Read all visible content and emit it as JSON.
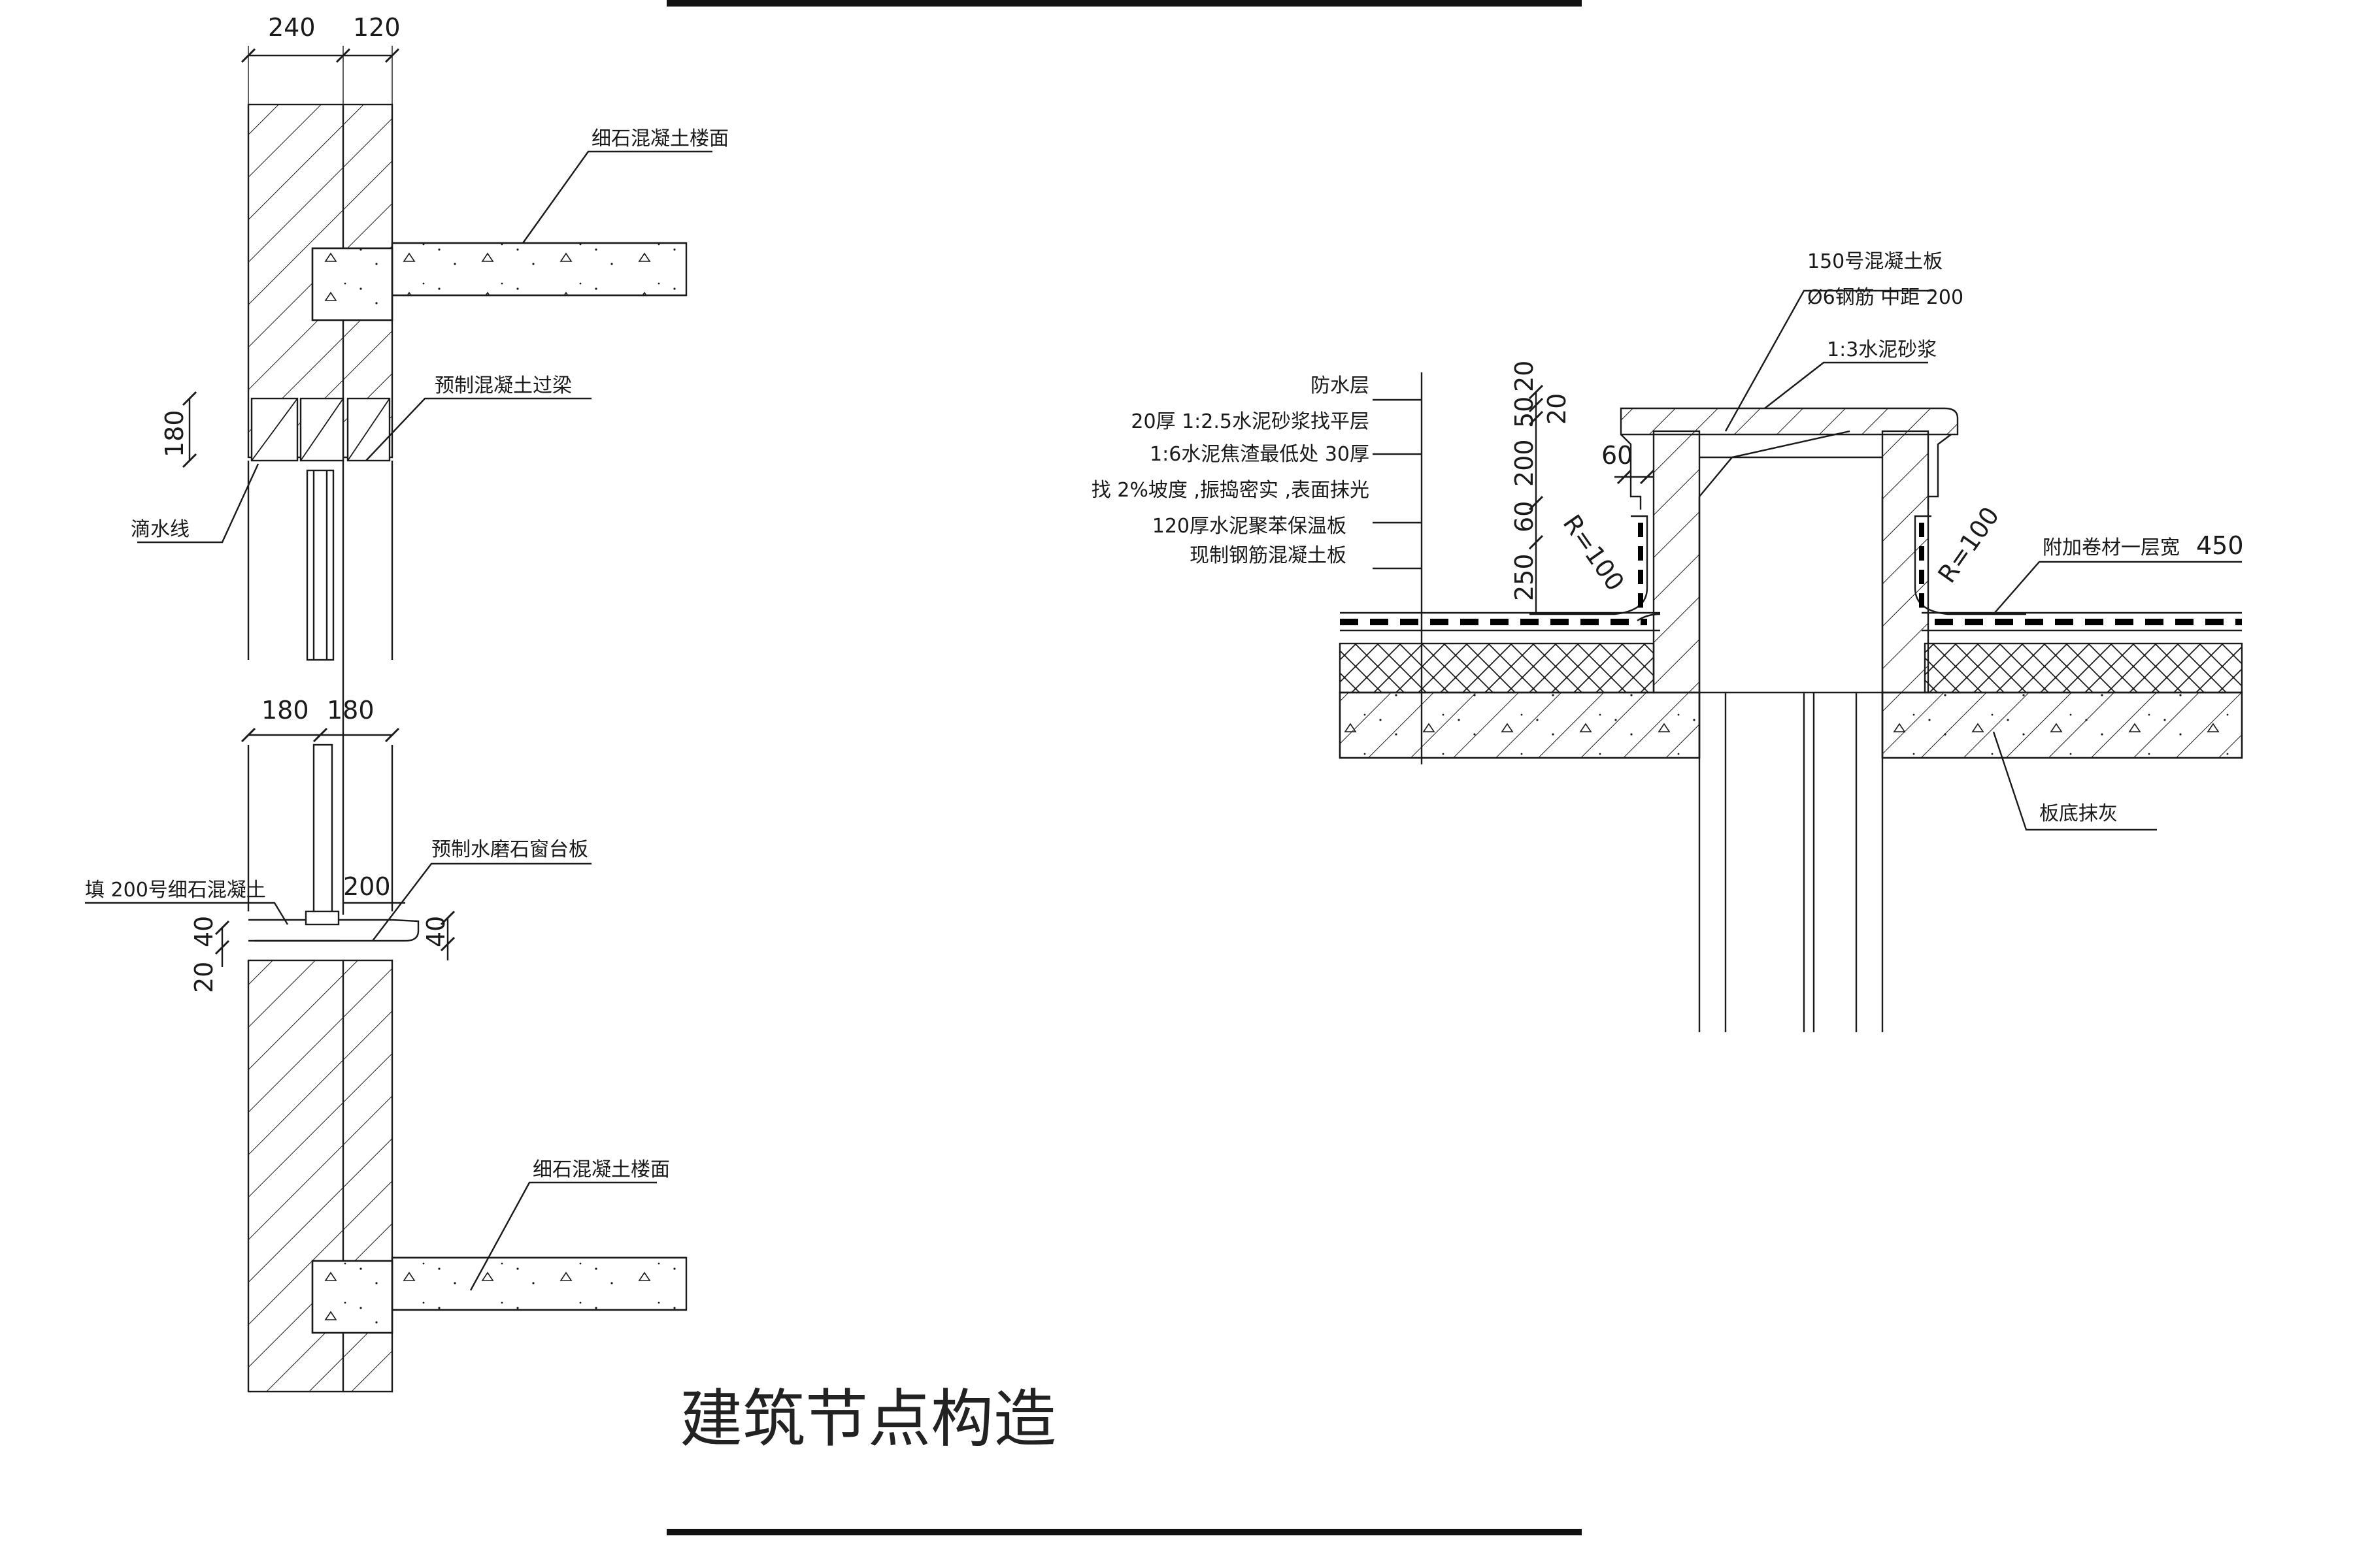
{
  "sheet": {
    "title": "建筑节点构造",
    "colors": {
      "line": "#1a1a1a",
      "background": "#ffffff"
    }
  },
  "detail_lintel": {
    "dims": {
      "wall_outer": "240",
      "wall_inner": "120",
      "lintel_height": "180"
    },
    "labels": {
      "floor": "细石混凝土楼面",
      "lintel": "预制混凝土过梁",
      "drip": "滴水线"
    }
  },
  "detail_sill": {
    "dims": {
      "left": "180",
      "right": "180",
      "sill_width": "200",
      "sill_h1": "20",
      "sill_h2": "40",
      "sill_right": "40"
    },
    "labels": {
      "fill": "填 200号细石混凝土",
      "sill_board": "预制水磨石窗台板",
      "floor": "细石混凝土楼面"
    }
  },
  "detail_roof": {
    "layers": [
      "防水层",
      "20厚 1:2.5水泥砂浆找平层",
      "1:6水泥焦渣最低处      30厚",
      "找 2%坡度 ,振捣密实 ,表面抹光",
      "120厚水泥聚苯保温板",
      "现制钢筋混凝土板"
    ],
    "dims": {
      "d20a": "20",
      "d50": "50",
      "d20b": "20",
      "d200": "200",
      "d60a": "60",
      "d60b": "60",
      "d250": "250",
      "r_left": "R=100",
      "r_right": "R=100",
      "width450": "450"
    },
    "labels": {
      "cover": "150号混凝土板",
      "rebar": "Ø6钢筋  中距  200",
      "mortar": "1:3水泥砂浆",
      "extra": "附加卷材一层宽",
      "ceiling": "板底抹灰"
    }
  }
}
